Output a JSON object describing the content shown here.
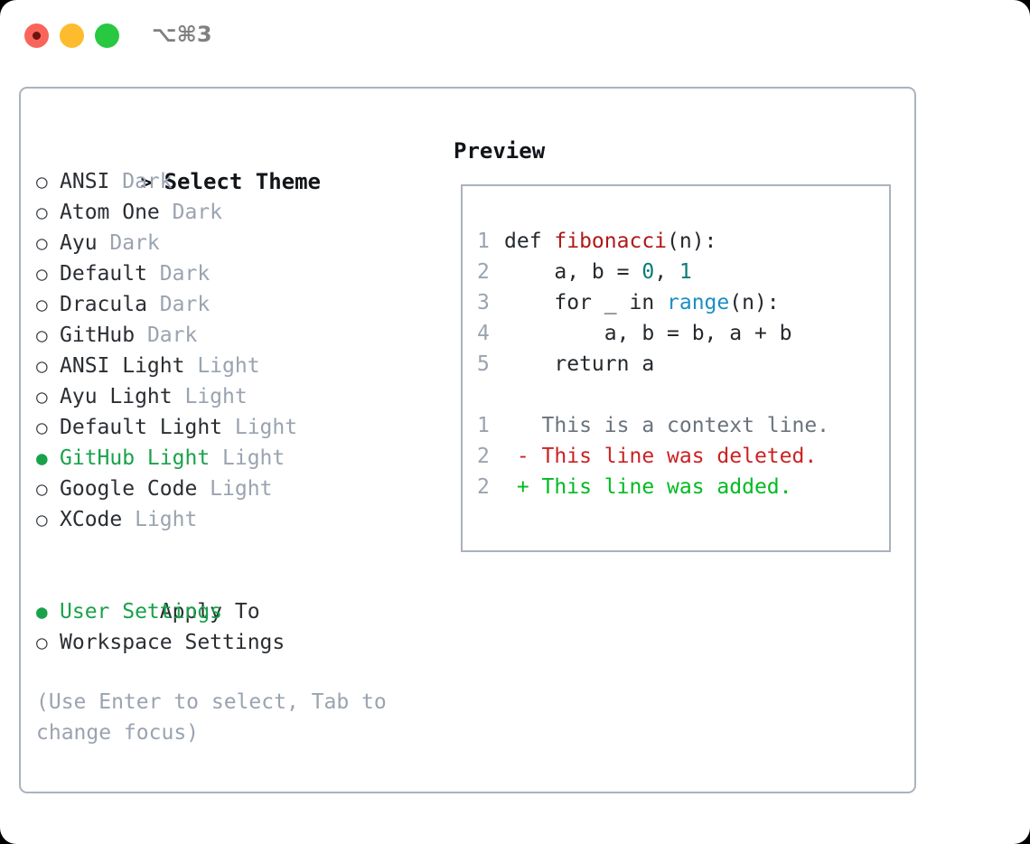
{
  "titlebar": {
    "shortcut": "⌥⌘3",
    "buttons": [
      {
        "name": "close",
        "color": "#f9655b"
      },
      {
        "name": "minimize",
        "color": "#fdbc2e"
      },
      {
        "name": "maximize",
        "color": "#28c840"
      }
    ]
  },
  "theme_picker": {
    "header_marker": ">",
    "header": "Select Theme",
    "items": [
      {
        "marker": "○",
        "name": "ANSI",
        "category": "Dark",
        "selected": false
      },
      {
        "marker": "○",
        "name": "Atom One",
        "category": "Dark",
        "selected": false
      },
      {
        "marker": "○",
        "name": "Ayu",
        "category": "Dark",
        "selected": false
      },
      {
        "marker": "○",
        "name": "Default",
        "category": "Dark",
        "selected": false
      },
      {
        "marker": "○",
        "name": "Dracula",
        "category": "Dark",
        "selected": false
      },
      {
        "marker": "○",
        "name": "GitHub",
        "category": "Dark",
        "selected": false
      },
      {
        "marker": "○",
        "name": "ANSI Light",
        "category": "Light",
        "selected": false
      },
      {
        "marker": "○",
        "name": "Ayu Light",
        "category": "Light",
        "selected": false
      },
      {
        "marker": "○",
        "name": "Default Light",
        "category": "Light",
        "selected": false
      },
      {
        "marker": "●",
        "name": "GitHub Light",
        "category": "Light",
        "selected": true
      },
      {
        "marker": "○",
        "name": "Google Code",
        "category": "Light",
        "selected": false
      },
      {
        "marker": "○",
        "name": "XCode",
        "category": "Light",
        "selected": false
      }
    ]
  },
  "apply_to": {
    "header": "Apply To",
    "items": [
      {
        "marker": "●",
        "name": "User Settings",
        "selected": true
      },
      {
        "marker": "○",
        "name": "Workspace Settings",
        "selected": false
      }
    ]
  },
  "help_text": "(Use Enter to select, Tab to change focus)",
  "preview": {
    "title": "Preview",
    "code_lines": [
      {
        "num": "1",
        "tokens": [
          {
            "t": "def ",
            "c": "tok-def"
          },
          {
            "t": "fibonacci",
            "c": "tok-fn"
          },
          {
            "t": "(n):",
            "c": "tok-plain"
          }
        ]
      },
      {
        "num": "2",
        "tokens": [
          {
            "t": "    a, b = ",
            "c": "tok-plain"
          },
          {
            "t": "0",
            "c": "tok-num"
          },
          {
            "t": ", ",
            "c": "tok-plain"
          },
          {
            "t": "1",
            "c": "tok-num"
          }
        ]
      },
      {
        "num": "3",
        "tokens": [
          {
            "t": "    for _ in ",
            "c": "tok-plain"
          },
          {
            "t": "range",
            "c": "tok-call"
          },
          {
            "t": "(n):",
            "c": "tok-plain"
          }
        ]
      },
      {
        "num": "4",
        "tokens": [
          {
            "t": "        a, b = b, a + b",
            "c": "tok-plain"
          }
        ]
      },
      {
        "num": "5",
        "tokens": [
          {
            "t": "    return a",
            "c": "tok-plain"
          }
        ]
      }
    ],
    "diff_lines": [
      {
        "num": "1",
        "tokens": [
          {
            "t": "   This is a context line.",
            "c": "tok-ctx"
          }
        ]
      },
      {
        "num": "2",
        "tokens": [
          {
            "t": " - This line was deleted.",
            "c": "tok-del"
          }
        ]
      },
      {
        "num": "2",
        "tokens": [
          {
            "t": " + This line was added.",
            "c": "tok-add"
          }
        ]
      }
    ]
  },
  "colors": {
    "selected_green": "#19a24a",
    "added_green": "#00bb22",
    "deleted_red": "#cc2222",
    "function_red": "#b01818",
    "call_blue": "#1a8fc4",
    "number_teal": "#0a7b78",
    "muted_gray": "#9aa3b0",
    "border_gray": "#aab2bd"
  }
}
